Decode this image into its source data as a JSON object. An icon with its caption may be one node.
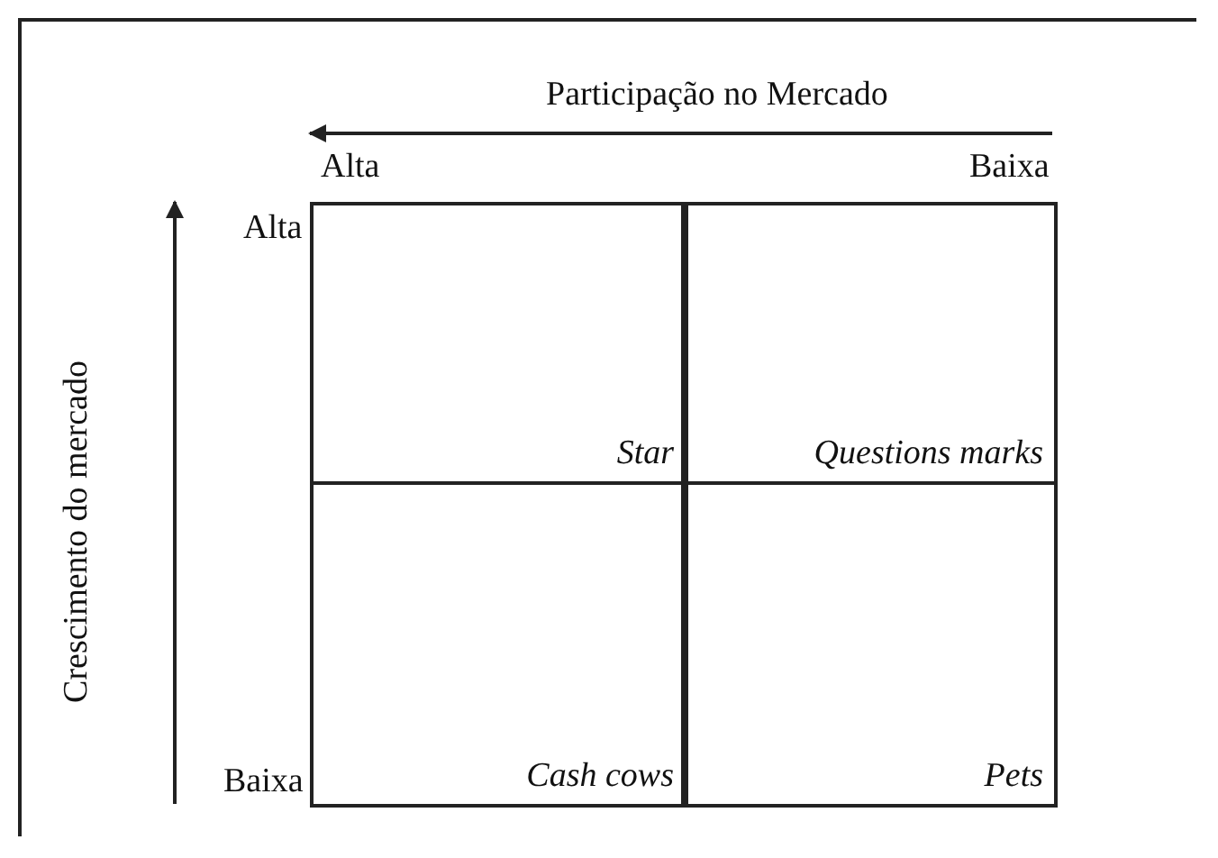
{
  "diagram": {
    "nodes": [
      {
        "text": [
          "Star"
        ]
      },
      {
        "text": [
          "Questions marks"
        ]
      },
      {
        "text": [
          "Cash cows"
        ]
      },
      {
        "text": [
          "Pets"
        ]
      }
    ],
    "labels": [
      "Participação no Mercado",
      "Alta",
      "Baixa",
      "Alta",
      "Crescimento do mercado",
      "Baixa"
    ]
  }
}
